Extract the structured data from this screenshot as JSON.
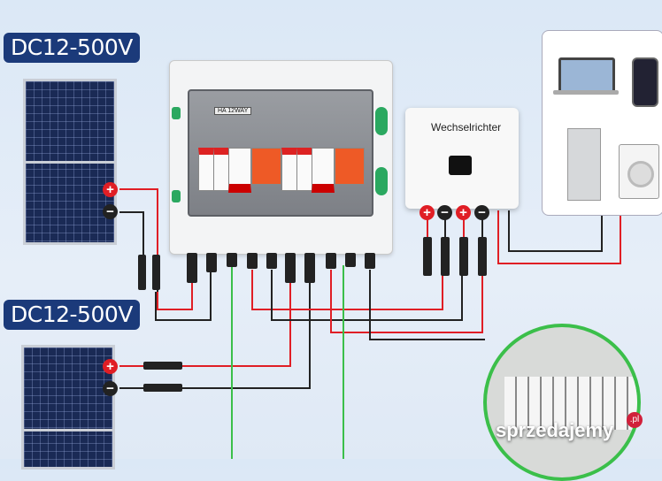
{
  "labels": {
    "top_voltage": "DC12-500V",
    "bottom_voltage": "DC12-500V"
  },
  "combiner_box": {
    "model_label": "HA 12WAY"
  },
  "inverter": {
    "title": "Wechselrichter"
  },
  "terminals": {
    "plus": "+",
    "minus": "−"
  },
  "watermark": {
    "text": "sprzedajemy",
    "suffix": ".pl"
  },
  "colors": {
    "label_bg": "#1b3a7a",
    "wire_red": "#e01e25",
    "wire_black": "#222222",
    "wire_green": "#3bbf4a"
  }
}
